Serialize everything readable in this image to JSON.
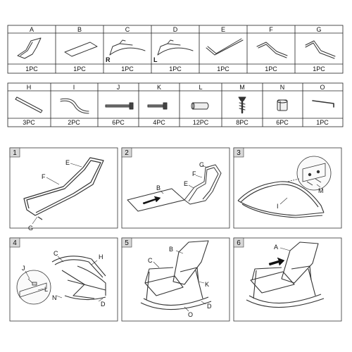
{
  "parts_row1": [
    {
      "letter": "A",
      "qty": "1PC",
      "icon": "backrest-frame-icon"
    },
    {
      "letter": "B",
      "qty": "1PC",
      "icon": "fabric-seat-icon"
    },
    {
      "letter": "C",
      "qty": "1PC",
      "icon": "rocker-right-icon",
      "tag": "R"
    },
    {
      "letter": "D",
      "qty": "1PC",
      "icon": "rocker-left-icon",
      "tag": "L"
    },
    {
      "letter": "E",
      "qty": "1PC",
      "icon": "top-tube-icon"
    },
    {
      "letter": "F",
      "qty": "1PC",
      "icon": "side-tube-icon"
    },
    {
      "letter": "G",
      "qty": "1PC",
      "icon": "front-tube-icon"
    }
  ],
  "parts_row2": [
    {
      "letter": "H",
      "qty": "3PC",
      "icon": "flat-bar-icon"
    },
    {
      "letter": "I",
      "qty": "2PC",
      "icon": "curved-tube-icon"
    },
    {
      "letter": "J",
      "qty": "6PC",
      "icon": "long-bolt-icon"
    },
    {
      "letter": "K",
      "qty": "4PC",
      "icon": "short-bolt-icon"
    },
    {
      "letter": "L",
      "qty": "12PC",
      "icon": "end-cap-icon"
    },
    {
      "letter": "M",
      "qty": "8PC",
      "icon": "screw-icon"
    },
    {
      "letter": "N",
      "qty": "6PC",
      "icon": "nut-icon"
    },
    {
      "letter": "O",
      "qty": "1PC",
      "icon": "allen-key-icon"
    }
  ],
  "steps": [
    {
      "number": "1",
      "labels": [
        "E",
        "F",
        "G"
      ]
    },
    {
      "number": "2",
      "labels": [
        "G",
        "F",
        "E",
        "B"
      ]
    },
    {
      "number": "3",
      "labels": [
        "I",
        "M"
      ]
    },
    {
      "number": "4",
      "labels": [
        "C",
        "H",
        "J",
        "L",
        "N",
        "D"
      ]
    },
    {
      "number": "5",
      "labels": [
        "B",
        "C",
        "K",
        "D",
        "O"
      ]
    },
    {
      "number": "6",
      "labels": [
        "A"
      ]
    }
  ]
}
